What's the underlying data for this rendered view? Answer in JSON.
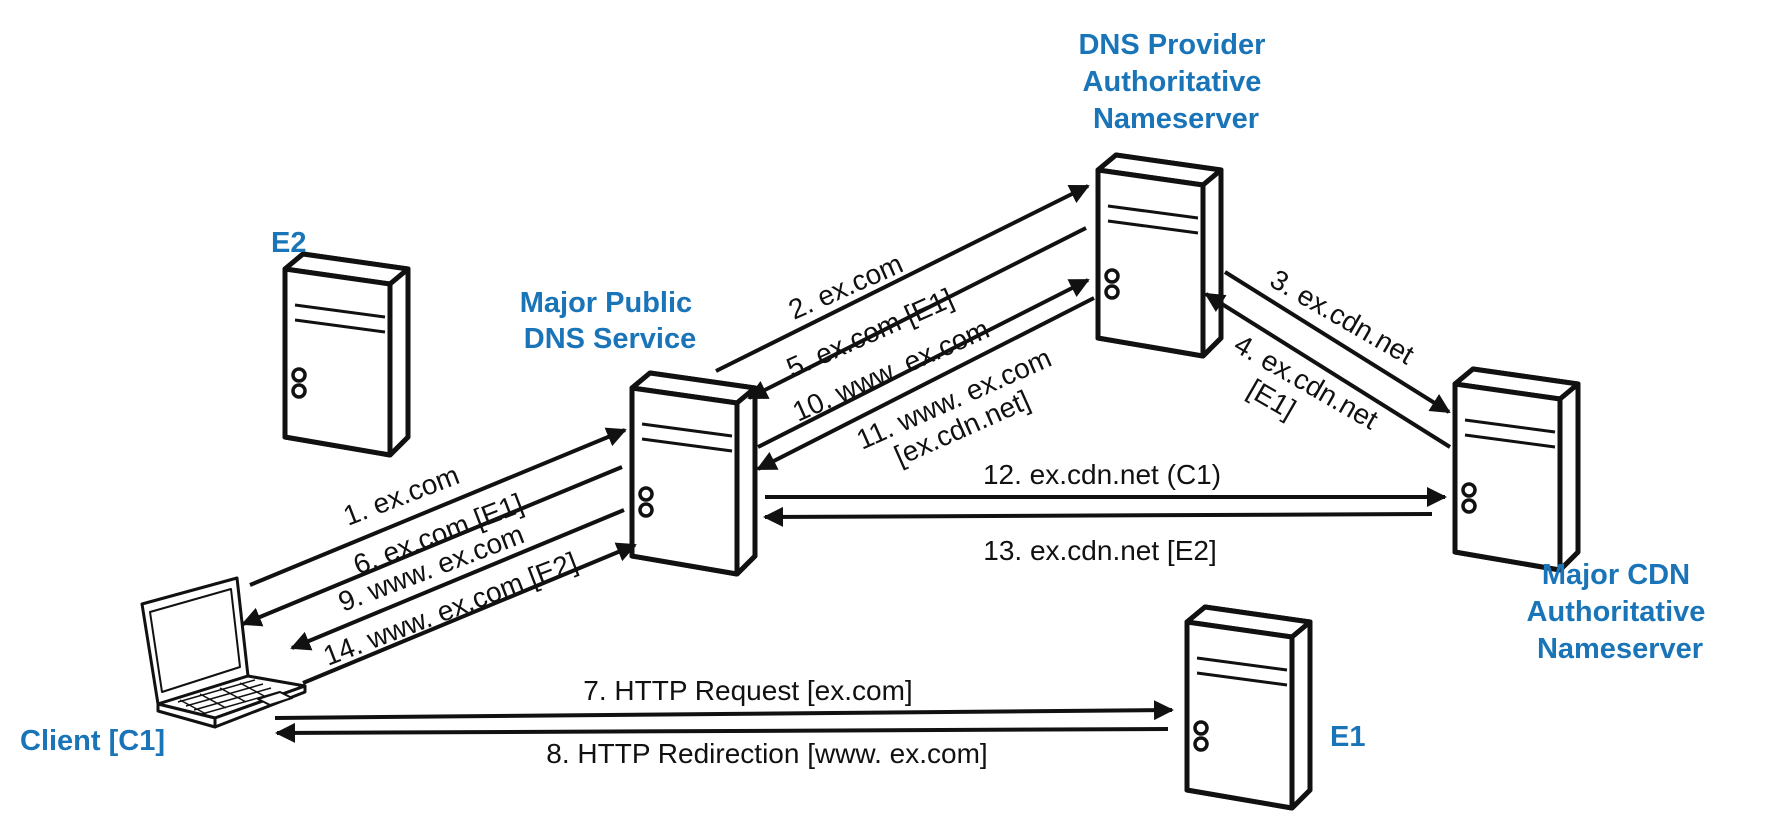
{
  "colors": {
    "label_accent": "#1a74b8",
    "ink": "#111111"
  },
  "nodes": {
    "dns_provider": {
      "lines": [
        "DNS Provider",
        "Authoritative",
        "Nameserver"
      ],
      "icon": "server-icon"
    },
    "public_dns": {
      "lines": [
        "Major Public",
        "DNS Service"
      ],
      "icon": "server-icon"
    },
    "cdn": {
      "lines": [
        "Major CDN",
        "Authoritative",
        "Nameserver"
      ],
      "icon": "server-icon"
    },
    "e2": {
      "lines": [
        "E2"
      ],
      "icon": "server-icon"
    },
    "e1": {
      "lines": [
        "E1"
      ],
      "icon": "server-icon"
    },
    "client": {
      "lines": [
        "Client [C1]"
      ],
      "icon": "laptop-icon"
    }
  },
  "messages": {
    "m1": "1. ex.com",
    "m2": "2. ex.com",
    "m3": "3. ex.cdn.net",
    "m4": [
      "4. ex.cdn.net",
      "[E1]"
    ],
    "m5": "5. ex.com [E1]",
    "m6": "6. ex.com [E1]",
    "m7": "7. HTTP Request [ex.com]",
    "m8": "8. HTTP Redirection [www. ex.com]",
    "m9": "9. www. ex.com",
    "m10": "10. www. ex.com",
    "m11": [
      "11. www. ex.com",
      "[ex.cdn.net]"
    ],
    "m12": "12. ex.cdn.net (C1)",
    "m13": "13. ex.cdn.net [E2]",
    "m14": "14. www. ex.com [E2]"
  }
}
